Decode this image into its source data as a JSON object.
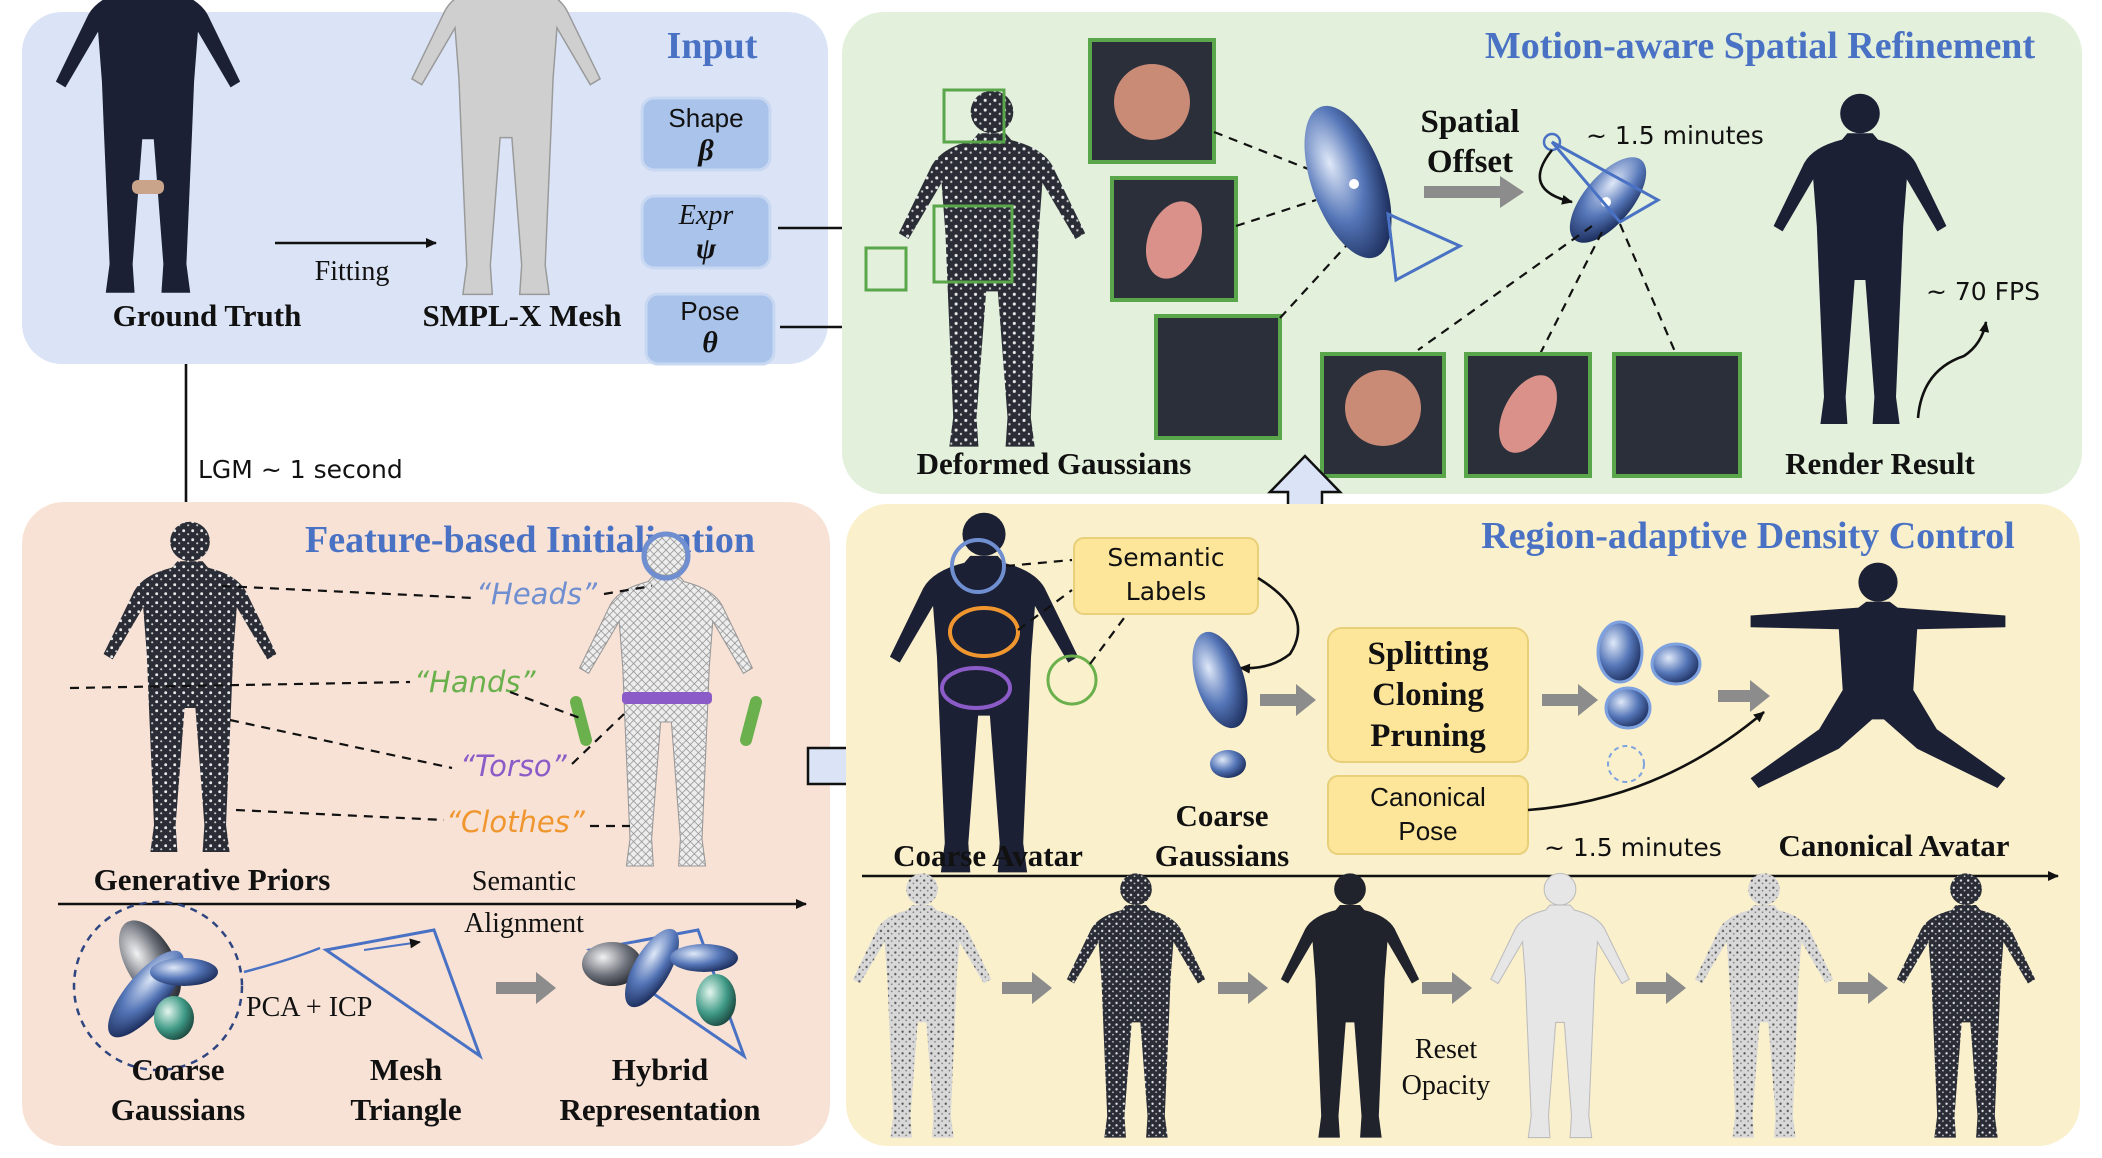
{
  "panels": {
    "input": {
      "title": "Input",
      "ground_truth": "Ground Truth",
      "fitting": "Fitting",
      "smplx_mesh": "SMPL-X Mesh",
      "shape_label": "Shape",
      "shape_symbol": "β",
      "expr_label": "Expr",
      "expr_symbol": "ψ",
      "pose_label": "Pose",
      "pose_symbol": "θ",
      "lgm_note": "LGM ~ 1 second"
    },
    "motion": {
      "title": "Motion-aware Spatial Refinement",
      "deformed_gaussians": "Deformed Gaussians",
      "spatial": "Spatial",
      "offset": "Offset",
      "time_note": "~ 1.5 minutes",
      "fps_note": "~ 70 FPS",
      "render_result": "Render Result"
    },
    "feature": {
      "title": "Feature-based Initialization",
      "heads": "“Heads”",
      "hands": "“Hands”",
      "torso": "“Torso”",
      "clothes": "“Clothes”",
      "generative_priors": "Generative Priors",
      "semantic": "Semantic",
      "alignment": "Alignment",
      "pca_icp": "PCA + ICP",
      "coarse": "Coarse",
      "gaussians": "Gaussians",
      "mesh": "Mesh",
      "triangle": "Triangle",
      "hybrid": "Hybrid",
      "representation": "Representation"
    },
    "density": {
      "title": "Region-adaptive Density Control",
      "semantic": "Semantic",
      "labels": "Labels",
      "coarse_avatar": "Coarse Avatar",
      "coarse": "Coarse",
      "gaussians": "Gaussians",
      "splitting": "Splitting",
      "cloning": "Cloning",
      "pruning": "Pruning",
      "canonical": "Canonical",
      "pose": "Pose",
      "time_note": "~ 1.5 minutes",
      "canonical_avatar": "Canonical Avatar",
      "reset": "Reset",
      "opacity": "Opacity"
    }
  },
  "colors": {
    "input_bg": "#dbe4f6",
    "motion_bg": "#e3f0db",
    "feature_bg": "#f8e2d6",
    "density_bg": "#fbf0cc",
    "title_blue": "#4a72c4",
    "param_box": "#a9c3ea",
    "op_box": "#fde69a",
    "heads": "#6f8fd0",
    "hands": "#6ab04c",
    "torso": "#8b5cc7",
    "clothes": "#f0962e",
    "thumb_border": "#5aa64a"
  }
}
